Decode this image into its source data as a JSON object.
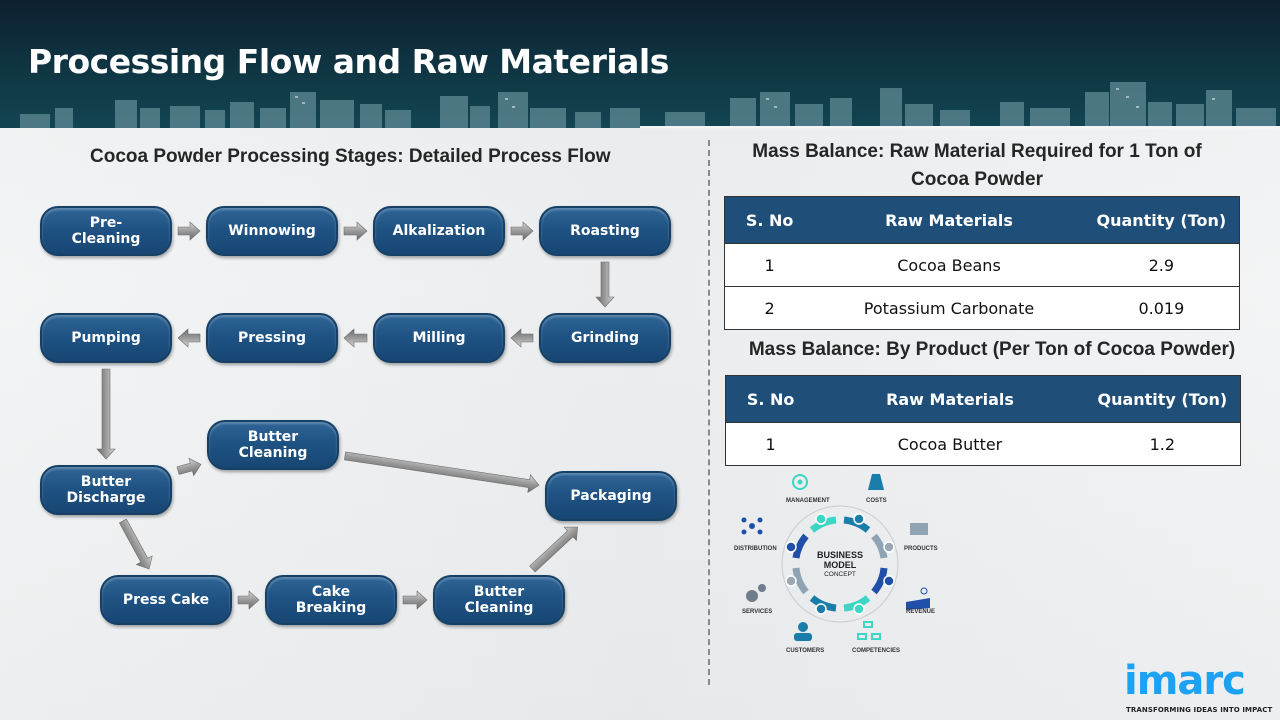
{
  "header": {
    "title": "Processing Flow and Raw Materials"
  },
  "flow": {
    "title": "Cocoa Powder Processing Stages: Detailed Process Flow",
    "nodes": {
      "pre_cleaning": "Pre-\nCleaning",
      "winnowing": "Winnowing",
      "alkalization": "Alkalization",
      "roasting": "Roasting",
      "grinding": "Grinding",
      "milling": "Milling",
      "pressing": "Pressing",
      "pumping": "Pumping",
      "butter_discharge": "Butter\nDischarge",
      "butter_cleaning_top": "Butter\nCleaning",
      "packaging": "Packaging",
      "press_cake": "Press Cake",
      "cake_breaking": "Cake\nBreaking",
      "butter_cleaning_bottom": "Butter\nCleaning"
    },
    "edges": [
      [
        "pre_cleaning",
        "winnowing"
      ],
      [
        "winnowing",
        "alkalization"
      ],
      [
        "alkalization",
        "roasting"
      ],
      [
        "roasting",
        "grinding"
      ],
      [
        "grinding",
        "milling"
      ],
      [
        "milling",
        "pressing"
      ],
      [
        "pressing",
        "pumping"
      ],
      [
        "pumping",
        "butter_discharge"
      ],
      [
        "butter_discharge",
        "butter_cleaning_top"
      ],
      [
        "butter_discharge",
        "press_cake"
      ],
      [
        "butter_cleaning_top",
        "packaging"
      ],
      [
        "press_cake",
        "cake_breaking"
      ],
      [
        "cake_breaking",
        "butter_cleaning_bottom"
      ],
      [
        "butter_cleaning_bottom",
        "packaging"
      ]
    ]
  },
  "table_raw": {
    "title": "Mass Balance: Raw Material Required for 1 Ton of Cocoa Powder",
    "headers": [
      "S. No",
      "Raw Materials",
      "Quantity (Ton)"
    ],
    "rows": [
      [
        "1",
        "Cocoa Beans",
        "2.9"
      ],
      [
        "2",
        "Potassium Carbonate",
        "0.019"
      ]
    ]
  },
  "table_byproduct": {
    "title": "Mass Balance: By Product (Per Ton of Cocoa Powder)",
    "headers": [
      "S. No",
      "Raw Materials",
      "Quantity (Ton)"
    ],
    "rows": [
      [
        "1",
        "Cocoa Butter",
        "1.2"
      ]
    ]
  },
  "business_model": {
    "center_line1": "BUSINESS",
    "center_line2": "MODEL",
    "center_line3": "CONCEPT",
    "labels": {
      "management": "MANAGEMENT",
      "costs": "COSTS",
      "distribution": "DISTRIBUTION",
      "products": "PRODUCTS",
      "services": "SERVICES",
      "revenue": "REVENUE",
      "customers": "CUSTOMERS",
      "competencies": "COMPETENCIES"
    }
  },
  "logo": {
    "wordmark": "imarc",
    "tagline": "TRANSFORMING IDEAS INTO IMPACT",
    "color": "#1da1f2"
  },
  "colors": {
    "node_fill": "#1f5384",
    "table_header": "#1f4e79",
    "header_band": "#0f3240"
  }
}
